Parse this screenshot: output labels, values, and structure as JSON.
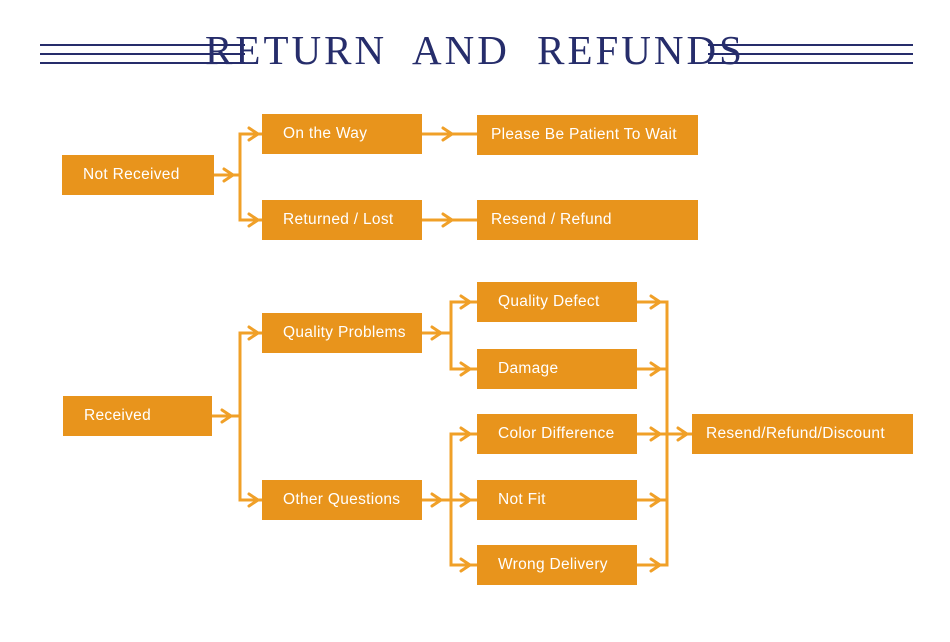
{
  "title": {
    "text": "RETURN AND REFUNDS"
  },
  "colors": {
    "box_orange": "#E8941C",
    "line_orange": "#F0A028",
    "navy": "#262D6B",
    "box_text": "#FFFFFF",
    "background": "#FFFFFF"
  },
  "nodes": {
    "not_received": "Not Received",
    "on_the_way": "On the Way",
    "please_be_patient": "Please Be Patient To Wait",
    "returned_lost": "Returned / Lost",
    "resend_refund": "Resend / Refund",
    "received": "Received",
    "quality_problems": "Quality Problems",
    "quality_defect": "Quality Defect",
    "damage": "Damage",
    "other_questions": "Other Questions",
    "color_difference": "Color Difference",
    "not_fit": "Not Fit",
    "wrong_delivery": "Wrong Delivery",
    "resend_refund_discount": "Resend/Refund/Discount"
  }
}
